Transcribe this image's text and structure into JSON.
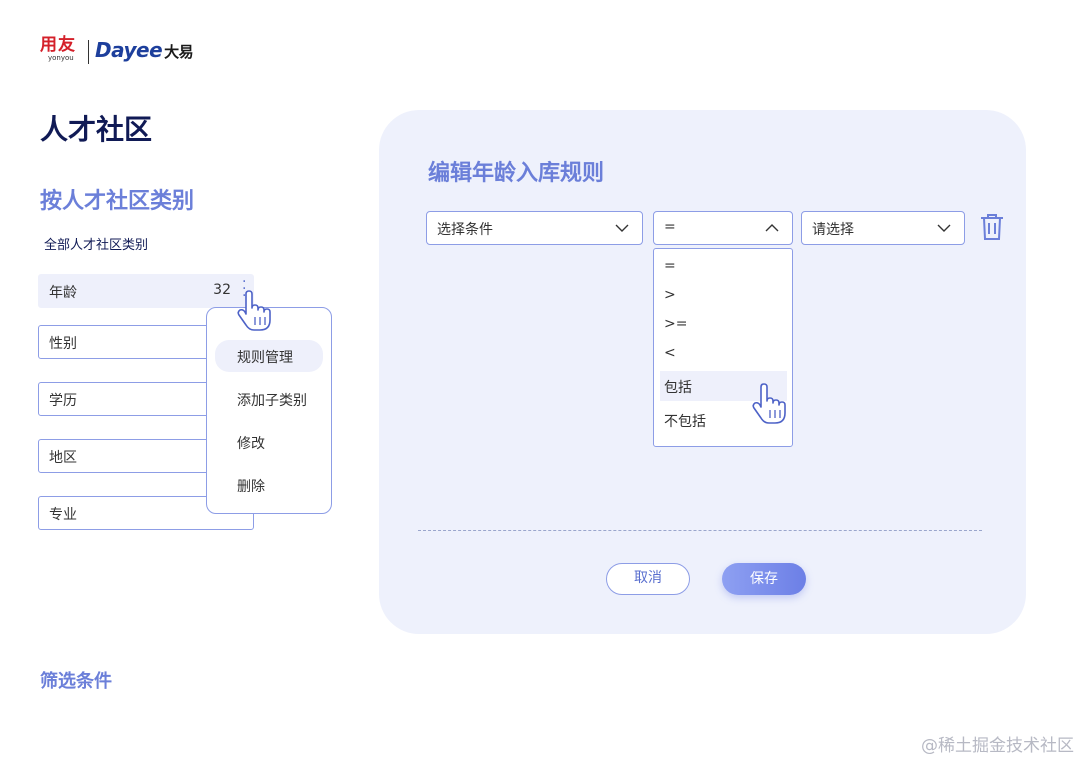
{
  "logo": {
    "yonyou_main": "用友",
    "yonyou_sub": "yonyou",
    "dayee": "Dayee",
    "dayee_cn": "大易"
  },
  "page_title": "人才社区",
  "section_title": "按人才社区类别",
  "all_categories": "全部人才社区类别",
  "categories": [
    {
      "label": "年龄",
      "count": "32"
    },
    {
      "label": "性别"
    },
    {
      "label": "学历"
    },
    {
      "label": "地区"
    },
    {
      "label": "专业"
    }
  ],
  "context_menu": [
    "规则管理",
    "添加子类别",
    "修改",
    "删除"
  ],
  "filter_label": "筛选条件",
  "panel": {
    "title": "编辑年龄入库规则",
    "condition_select": "选择条件",
    "operator_select": "=",
    "value_select": "请选择",
    "operator_options": [
      "=",
      ">",
      ">=",
      "<",
      "包括",
      "不包括"
    ],
    "highlighted_option": "包括",
    "cancel_label": "取消",
    "save_label": "保存"
  },
  "watermark": "@稀土掘金技术社区",
  "colors": {
    "accent": "#6b7fd9",
    "border": "#8d9de6",
    "panel_bg": "#eef1fc",
    "brand_red": "#d4202a",
    "brand_blue": "#1d3f9c"
  },
  "icons": [
    "chevron-down-icon",
    "chevron-up-icon",
    "trash-icon",
    "more-vertical-icon",
    "pointer-hand-icon"
  ]
}
